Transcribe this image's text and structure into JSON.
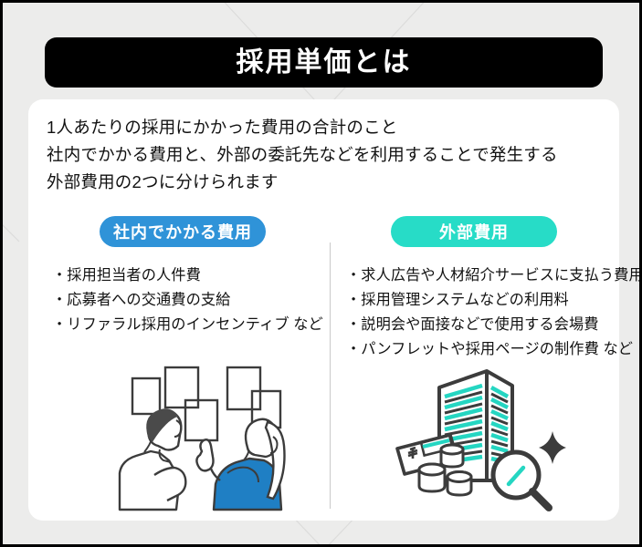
{
  "page": {
    "background_color": "#ececeb",
    "card_color": "#ffffff",
    "accent_blue": "#2f93d8",
    "accent_teal": "#27dcc7",
    "title_bar_color": "#000000",
    "text_color": "#111111"
  },
  "header": {
    "title": "採用単価とは"
  },
  "lead": {
    "line1": "1人あたりの採用にかかった費用の合計のこと",
    "line2": "社内でかかる費用と、外部の委託先などを利用することで発生する",
    "line3": "外部費用の2つに分けられます"
  },
  "columns": [
    {
      "id": "internal",
      "label": "社内でかかる費用",
      "label_color": "#2f93d8",
      "items": [
        "・採用担当者の人件費",
        "・応募者への交通費の支給",
        "・リファラル採用のインセンティブ など"
      ],
      "illustration": "two-people-looking-at-cards"
    },
    {
      "id": "external",
      "label": "外部費用",
      "label_color": "#27dcc7",
      "items": [
        "・求人広告や人材紹介サービスに支払う費用",
        "・採用管理システムなどの利用料",
        "・説明会や面接などで使用する会場費",
        "・パンフレットや採用ページの制作費 など"
      ],
      "illustration": "building-money-magnifier"
    }
  ]
}
